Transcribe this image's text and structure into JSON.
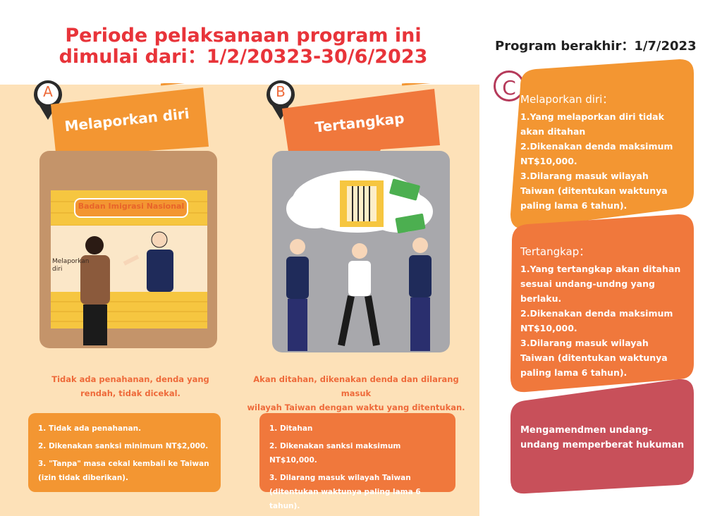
{
  "header": {
    "title_line1": "Periode pelaksanaan program ini",
    "title_line2": "dimulai dari：1/2/20323-30/6/2023",
    "end_date": "Program berakhir：1/7/2023"
  },
  "section_a": {
    "letter": "A",
    "banner": "Melaporkan diri",
    "office_sign": "Badan Imigrasi Nasional",
    "figure_label": "Melaporkan diri",
    "caption_line1": "Tidak ada penahanan, denda yang",
    "caption_line2": "rendah, tidak dicekal.",
    "items": [
      "1.  Tidak ada penahanan.",
      "2. Dikenakan sanksi minimum NT$2,000.",
      "3. \"Tanpa\" masa cekal kembali ke Taiwan (izin tidak diberikan)."
    ]
  },
  "section_b": {
    "letter": "B",
    "banner": "Tertangkap",
    "caption_line1": "Akan ditahan, dikenakan denda dan dilarang masuk",
    "caption_line2": "wilayah Taiwan dengan waktu yang ditentukan.",
    "items": [
      "1. Ditahan",
      "2. Dikenakan sanksi maksimum NT$10,000.",
      "3. Dilarang masuk wilayah Taiwan (ditentukan waktunya paling lama 6 tahun)."
    ]
  },
  "section_c": {
    "letter": "C",
    "block1": {
      "heading": "Melaporkan diri：",
      "items": [
        "1.Yang melaporkan diri tidak akan ditahan",
        "2.Dikenakan denda maksimum NT$10,000.",
        "3.Dilarang masuk wilayah Taiwan (ditentukan waktunya paling lama 6 tahun)."
      ]
    },
    "block2": {
      "heading": "Tertangkap：",
      "items": [
        "1.Yang tertangkap akan ditahan sesuai undang-undng yang berlaku.",
        "2.Dikenakan denda maksimum NT$10,000.",
        "3.Dilarang masuk wilayah Taiwan (ditentukan waktunya paling lama 6 tahun)."
      ]
    },
    "block3": {
      "text": "Mengamendmen undang-undang memperberat hukuman"
    }
  },
  "colors": {
    "title_red": "#e8343a",
    "orange": "#f39632",
    "orange_dark": "#f0783c",
    "peach": "#fde1b8",
    "rose": "#c8505a",
    "badge_purple": "#b53a5a"
  },
  "icons": [
    "map-pin-icon",
    "money-icon",
    "jail-icon"
  ]
}
